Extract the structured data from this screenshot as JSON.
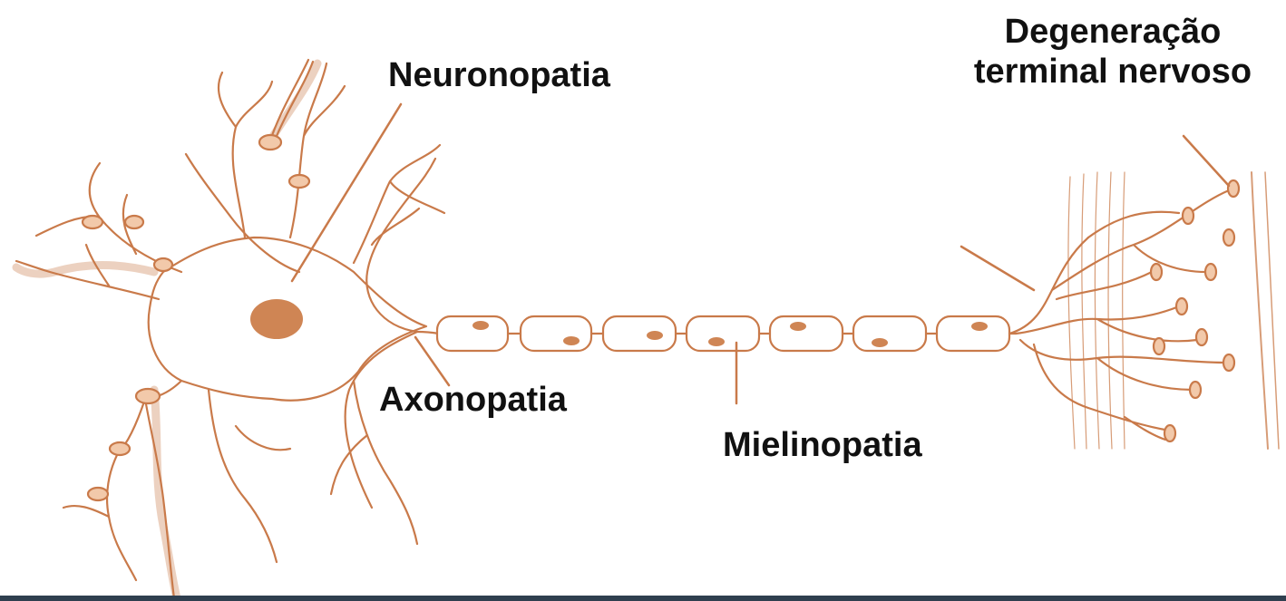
{
  "labels": {
    "neuronopathy": "Neuronopatia",
    "terminal_degeneration_line1": "Degeneração",
    "terminal_degeneration_line2": "terminal nervoso",
    "axonopathy": "Axonopatia",
    "myelinopathy": "Mielinopatia"
  },
  "colors": {
    "stroke": "#c97a4a",
    "fill_light": "#f2c9aa",
    "nucleus": "#cf8554",
    "text": "#111111",
    "bottom_bar": "#2f3f4f"
  }
}
